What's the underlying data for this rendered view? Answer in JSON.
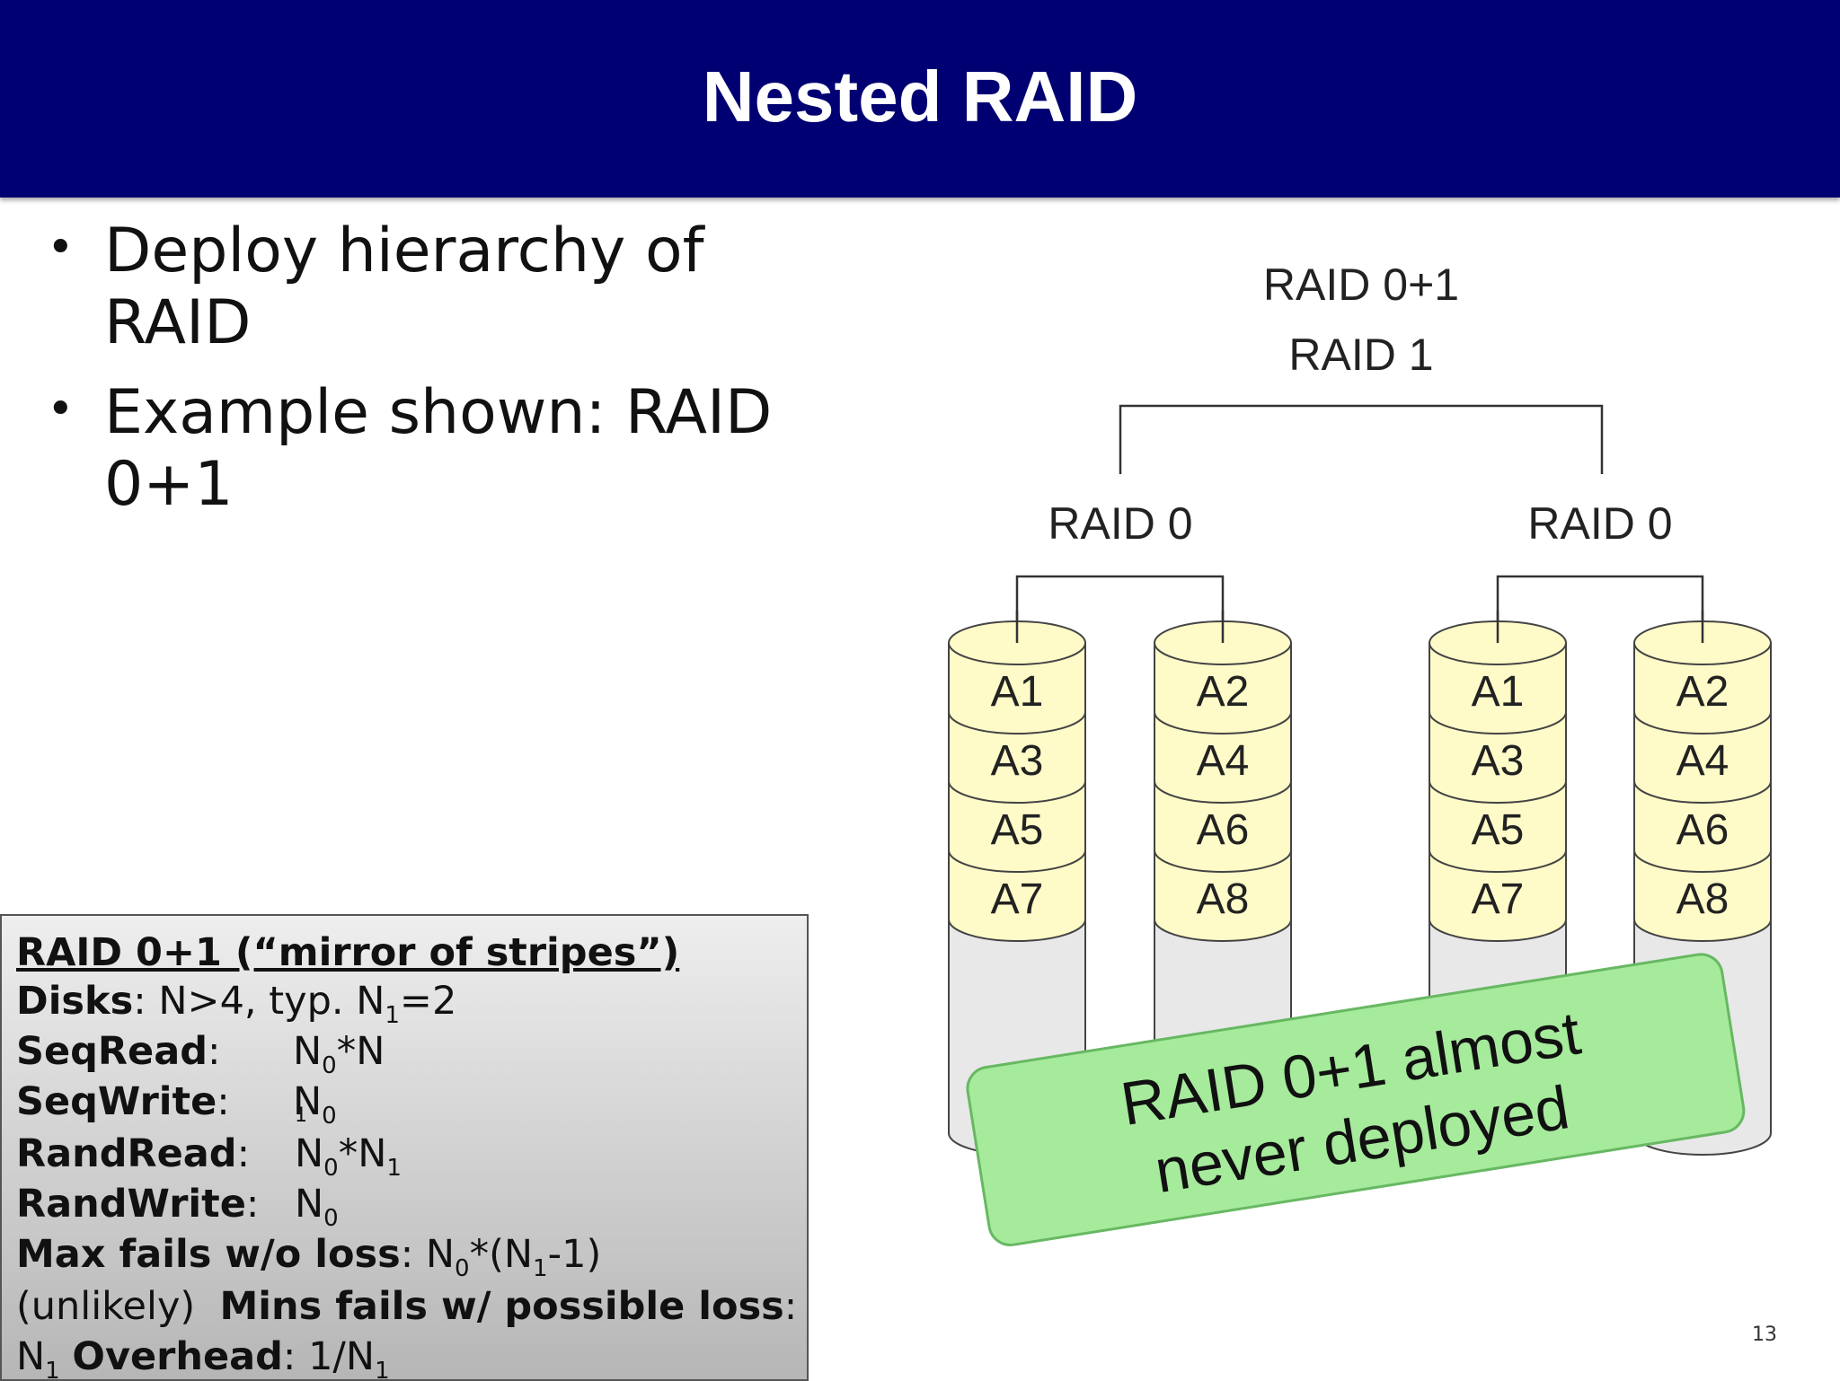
{
  "slide": {
    "title": "Nested RAID",
    "page_number": "13"
  },
  "bullets": [
    "Deploy hierarchy of RAID",
    "Example shown: RAID",
    "0+1"
  ],
  "infobox": {
    "heading": "RAID 0+1 (“mirror of stripes”)",
    "disks": {
      "label": "Disks",
      "text_a": ": N>4, typ. N",
      "sub1": "1",
      "text_b": "=2"
    },
    "seqread": {
      "label": "SeqRead",
      "value_a": "N",
      "sub0": "0",
      "value_b": "*N"
    },
    "seqwrite": {
      "label": "SeqWrite",
      "value_a": "N",
      "sub0": "0",
      "stray": "1"
    },
    "randread": {
      "label": "RandRead",
      "value_a": "N",
      "sub0": "0",
      "value_b": "*N",
      "sub1": "1"
    },
    "randwrite": {
      "label": "RandWrite",
      "value_a": "N",
      "sub0": "0"
    },
    "maxfails": {
      "label": "Max fails w/o loss",
      "text_a": ": N",
      "sub0": "0",
      "text_b": "*(N",
      "sub1": "1",
      "text_c": "-1)"
    },
    "minfails": {
      "prefix": "(unlikely)  ",
      "label": "Mins fails w/ possible loss",
      "suffix": ":"
    },
    "overhead": {
      "n": "N",
      "sub1": "1",
      "label": "Overhead",
      "text_a": ": 1/N",
      "sub1b": "1"
    },
    "colon": ":"
  },
  "diagram": {
    "top_label_1": "RAID 0+1",
    "top_label_2": "RAID 1",
    "group_labels": [
      "RAID 0",
      "RAID 0"
    ],
    "disks": [
      {
        "blocks": [
          "A1",
          "A3",
          "A5",
          "A7"
        ]
      },
      {
        "blocks": [
          "A2",
          "A4",
          "A6",
          "A8"
        ]
      },
      {
        "blocks": [
          "A1",
          "A3",
          "A5",
          "A7"
        ]
      },
      {
        "blocks": [
          "A2",
          "A4",
          "A6",
          "A8"
        ]
      }
    ],
    "callout_line_1": "RAID 0+1 almost",
    "callout_line_2": "never deployed",
    "colors": {
      "block_fill": "#fffbc8",
      "disk_fill": "#e8e8e8",
      "callout_fill": "#a6ea9c",
      "callout_border": "#67b862"
    }
  }
}
